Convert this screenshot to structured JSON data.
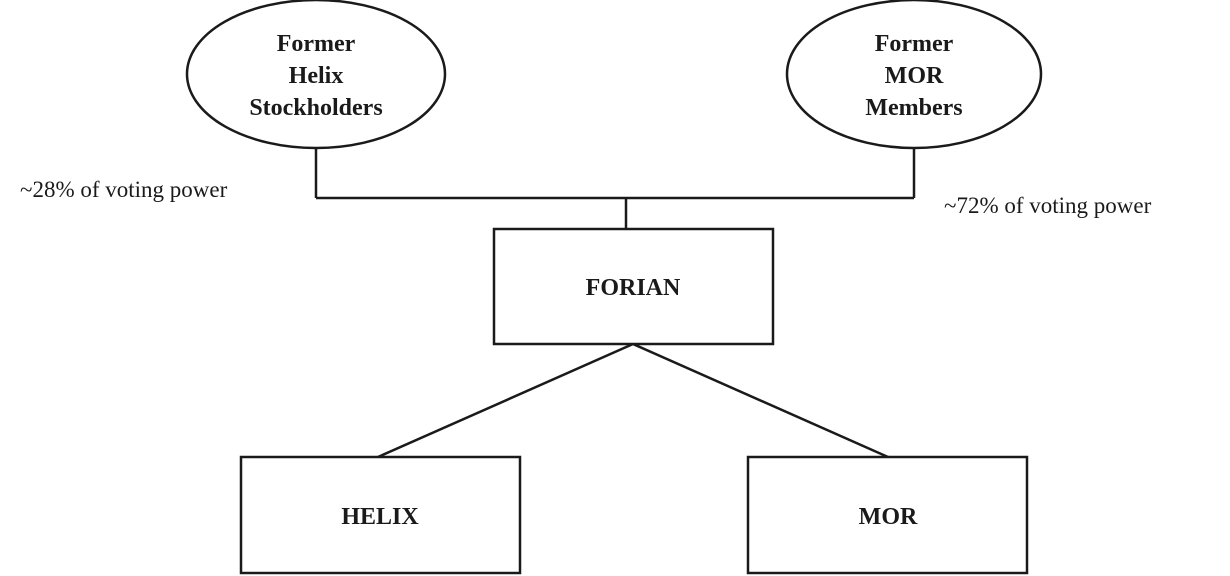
{
  "holders": {
    "helix": {
      "line1": "Former",
      "line2": "Helix",
      "line3": "Stockholders",
      "voting_label": "~28% of voting power"
    },
    "mor": {
      "line1": "Former",
      "line2": "MOR",
      "line3": "Members",
      "voting_label": "~72% of voting power"
    }
  },
  "parent": {
    "label": "FORIAN"
  },
  "subsidiaries": {
    "helix": {
      "label": "HELIX"
    },
    "mor": {
      "label": "MOR"
    }
  }
}
